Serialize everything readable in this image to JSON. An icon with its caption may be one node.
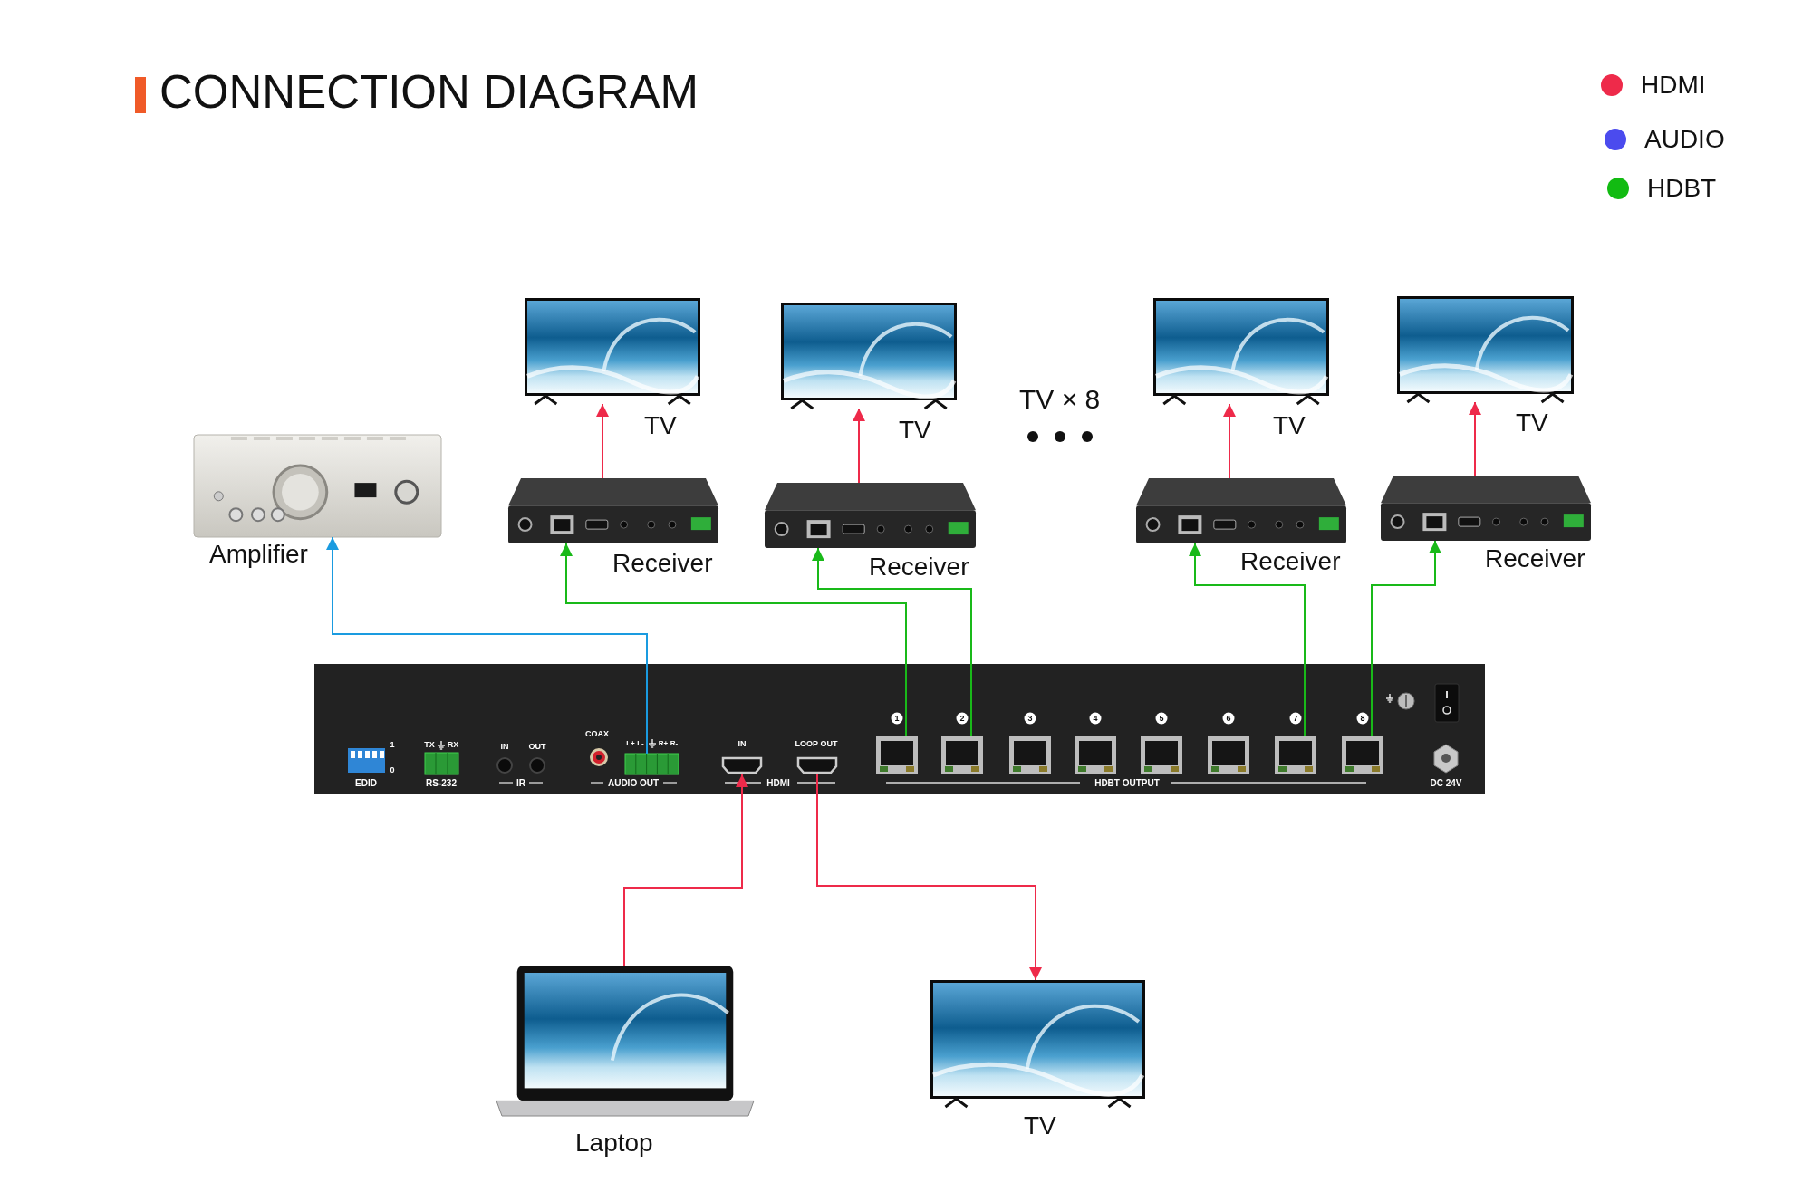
{
  "diagram": {
    "title": "CONNECTION DIAGRAM",
    "nodes": [
      {
        "text": [
          "1",
          "0",
          "EDID",
          "TX",
          "RX",
          "RS-232",
          "IN",
          "OUT",
          "IR",
          "COAX",
          "L+",
          "L-",
          "R+",
          "R-",
          "AUDIO OUT",
          "IN",
          "LOOP OUT",
          "HDMI",
          "1",
          "2",
          "3",
          "4",
          "5",
          "6",
          "7",
          "8",
          "HDBT OUTPUT",
          "DC 24V"
        ]
      },
      {
        "text": [],
        "shape": "box",
        "in": 0
      },
      {
        "text": [],
        "shape": "box",
        "in": 0
      },
      {
        "text": [],
        "shape": "box",
        "in": 0
      },
      {
        "text": [],
        "shape": "box",
        "in": 0
      },
      {
        "text": [],
        "shape": "box",
        "in": 0
      },
      {
        "text": [],
        "shape": "box",
        "in": 0
      },
      {
        "text": [],
        "shape": "box",
        "in": 0
      },
      {
        "text": [],
        "shape": "box",
        "in": 0
      },
      {
        "text": [],
        "shape": "box",
        "in": 0
      },
      {
        "text": [],
        "shape": "box",
        "in": 0
      },
      {
        "text": [],
        "shape": "box",
        "in": 0
      },
      {
        "text": [
          "Amplifier"
        ]
      },
      {
        "text": [
          "Receiver"
        ]
      },
      {
        "text": [
          "Receiver"
        ]
      },
      {
        "text": [
          "Receiver"
        ]
      },
      {
        "text": [
          "Receiver"
        ]
      },
      {
        "text": [
          "TV"
        ]
      },
      {
        "text": [
          "TV"
        ]
      },
      {
        "text": [
          "TV"
        ]
      },
      {
        "text": [
          "TV"
        ]
      },
      {
        "text": [
          "Laptop"
        ]
      },
      {
        "text": [
          "TV"
        ]
      }
    ],
    "edges": [
      {
        "from": 1,
        "to": 12,
        "arrow": "to",
        "color": "#1a9be0"
      },
      {
        "from": 4,
        "to": 13,
        "arrow": "to",
        "color": "#19b919"
      },
      {
        "from": 5,
        "to": 14,
        "arrow": "to",
        "color": "#19b919"
      },
      {
        "from": 10,
        "to": 15,
        "arrow": "to",
        "color": "#19b919"
      },
      {
        "from": 11,
        "to": 16,
        "arrow": "to",
        "color": "#19b919"
      },
      {
        "from": 13,
        "to": 17,
        "arrow": "to"
      },
      {
        "from": 14,
        "to": 18,
        "arrow": "to"
      },
      {
        "from": 15,
        "to": 19,
        "arrow": "to"
      },
      {
        "from": 16,
        "to": 20,
        "arrow": "to"
      },
      {
        "from": 21,
        "to": 2,
        "arrow": "to"
      },
      {
        "from": 3,
        "to": 22,
        "arrow": "to"
      }
    ],
    "labels": [
      "TV × 8"
    ],
    "legend": [
      {
        "text": "HDMI",
        "color": "#ee2a4a"
      },
      {
        "text": "AUDIO",
        "color": "#4b4bee"
      },
      {
        "text": "HDBT",
        "color": "#12bb12"
      }
    ]
  }
}
